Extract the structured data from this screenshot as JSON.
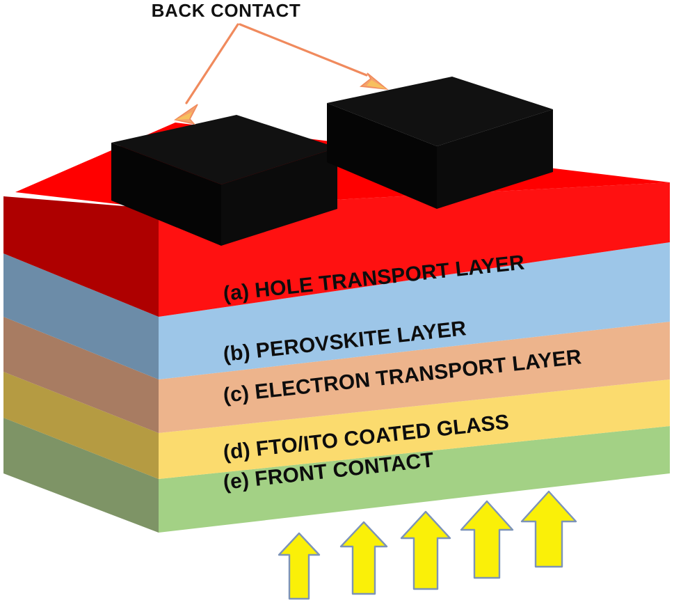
{
  "figure": {
    "title": "Perovskite solar cell layer stack (3D schematic)",
    "background_color": "#FFFFFF"
  },
  "callout": {
    "label": "BACK CONTACT",
    "arrow_color": "#F08A5D",
    "arrow_fill": "#F4A26B",
    "arrow_count": 2
  },
  "back_contacts": [
    {
      "name": "back-contact-block-left",
      "color": "#0A0A0A"
    },
    {
      "name": "back-contact-block-right",
      "color": "#0A0A0A"
    }
  ],
  "layers": [
    {
      "key": "a",
      "prefix": "(a)",
      "label": "HOLE TRANSPORT LAYER",
      "full_label": "(a) HOLE TRANSPORT LAYER",
      "front_color": "#FF1111",
      "side_color": "#AE0000",
      "top_color": "#FF0000"
    },
    {
      "key": "b",
      "prefix": "(b)",
      "label": "PEROVSKITE LAYER",
      "full_label": "(b) PEROVSKITE LAYER",
      "front_color": "#9DC6E8",
      "side_color": "#6C8CA8",
      "top_color": "#9DC6E8"
    },
    {
      "key": "c",
      "prefix": "(c)",
      "label": "ELECTRON TRANSPORT LAYER",
      "full_label": "(c) ELECTRON TRANSPORT LAYER",
      "front_color": "#EDB48C",
      "side_color": "#A87C62",
      "top_color": "#EDB48C"
    },
    {
      "key": "d",
      "prefix": "(d)",
      "label": "FTO/ITO COATED GLASS",
      "full_label": "(d) FTO/ITO COATED GLASS",
      "front_color": "#FBDB6E",
      "side_color": "#B59B42",
      "top_color": "#FBDB6E"
    },
    {
      "key": "e",
      "prefix": "(e)",
      "label": "FRONT CONTACT",
      "full_label": "(e) FRONT CONTACT",
      "front_color": "#A3D185",
      "side_color": "#7E9466",
      "top_color": "#A3D185"
    }
  ],
  "light_arrows": {
    "name": "incident-light-arrows",
    "count": 5,
    "fill_color": "#FAF008",
    "stroke_color": "#7C93B8",
    "direction": "up"
  }
}
